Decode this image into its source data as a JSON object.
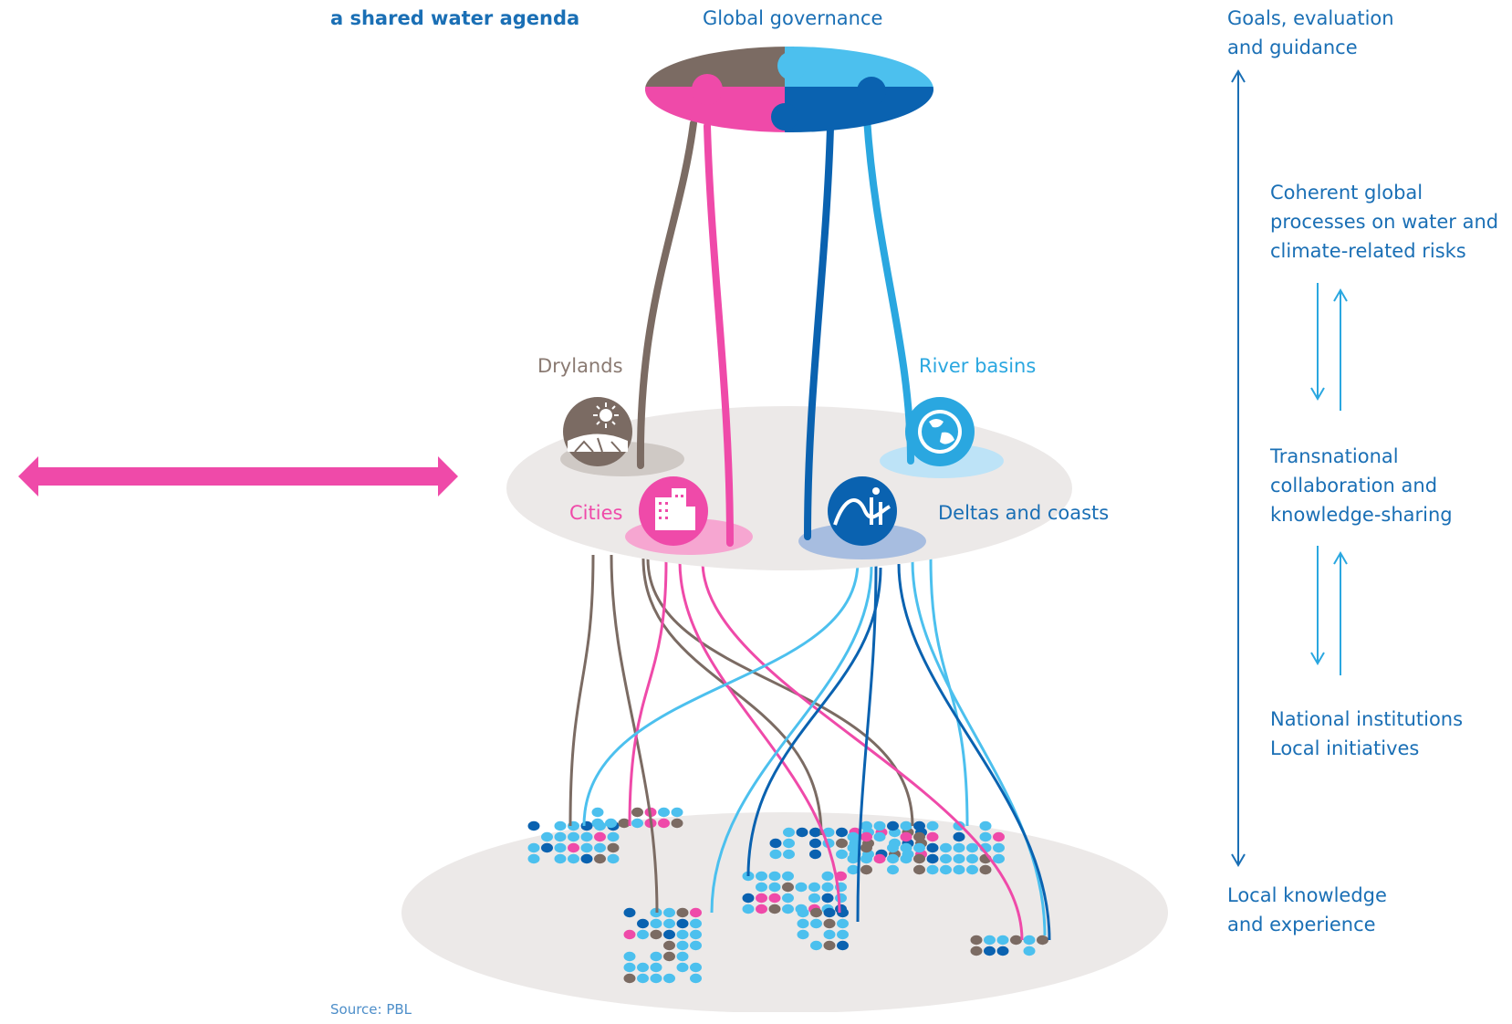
{
  "header": {
    "subtitle": "a shared water agenda"
  },
  "levels": {
    "global": "Global governance",
    "regions": {
      "drylands": "Drylands",
      "river_basins": "River basins",
      "cities": "Cities",
      "deltas": "Deltas and coasts"
    }
  },
  "side_scale": {
    "top_lines": [
      "Goals, evaluation",
      "and guidance"
    ],
    "upper_lines": [
      "Coherent global",
      "processes on water and",
      "climate-related risks"
    ],
    "middle_lines": [
      "Transnational",
      "collaboration and",
      "knowledge-sharing"
    ],
    "lower_lines": [
      "National institutions",
      "Local initiatives"
    ],
    "bottom_lines": [
      "Local knowledge",
      "and experience"
    ]
  },
  "source": "Source: PBL",
  "colors": {
    "brown": "#7b6b63",
    "pink": "#ef4aa9",
    "sky": "#4cc0ee",
    "dark_blue": "#0a62b0",
    "grey_disc": "#ece9e8",
    "text_blue": "#1a6fb5"
  },
  "icons": {
    "drylands": "drylands-sun-icon",
    "river_basins": "globe-icon",
    "cities": "city-buildings-icon",
    "deltas": "wave-coast-icon",
    "arrow": "double-headed-arrow-icon"
  }
}
